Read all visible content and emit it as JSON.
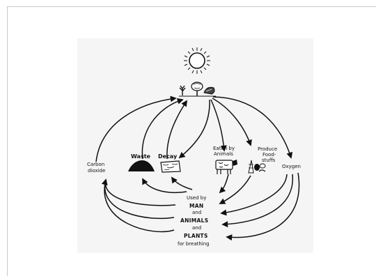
{
  "diagram": {
    "labels": {
      "carbon_dioxide_line1": "Carbon",
      "carbon_dioxide_line2": "dioxide",
      "waste": "Waste",
      "decay": "Decay",
      "eaten_line1": "Eaten by",
      "eaten_line2": "Animals",
      "produce_line1": "Produce",
      "produce_line2": "Food-",
      "produce_line3": "stuffs",
      "oxygen": "Oxygen",
      "used_by": "Used by",
      "man": "MAN",
      "and1": "and",
      "animals": "ANIMALS",
      "and2": "and",
      "plants": "PLANTS",
      "for_breathing": "for breathing"
    },
    "icons": [
      "sun-icon",
      "plants-icon",
      "waste-heap-icon",
      "decay-log-icon",
      "cow-icon",
      "foodstuffs-icon"
    ],
    "colors": {
      "ink": "#111111",
      "panel": "#f5f5f5",
      "frame": "#c8c8c8"
    }
  }
}
